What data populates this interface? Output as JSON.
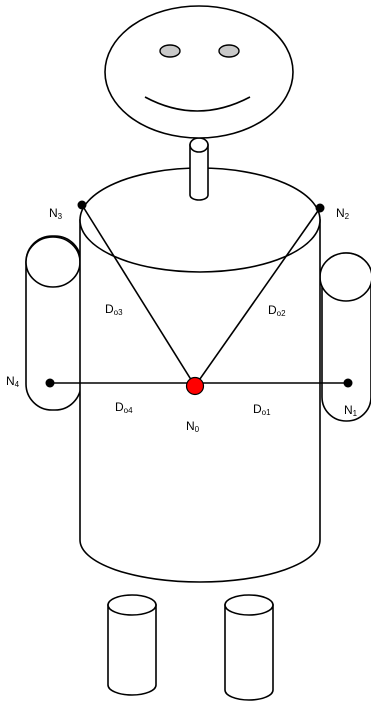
{
  "diagram": {
    "nodes": {
      "n0": {
        "letter": "N",
        "index": "0",
        "color": "#ff0000"
      },
      "n1": {
        "letter": "N",
        "index": "1",
        "color": "#000000"
      },
      "n2": {
        "letter": "N",
        "index": "2",
        "color": "#000000"
      },
      "n3": {
        "letter": "N",
        "index": "3",
        "color": "#000000"
      },
      "n4": {
        "letter": "N",
        "index": "4",
        "color": "#000000"
      }
    },
    "distances": {
      "d01": {
        "letter": "D",
        "index": "o1"
      },
      "d02": {
        "letter": "D",
        "index": "o2"
      },
      "d03": {
        "letter": "D",
        "index": "o3"
      },
      "d04": {
        "letter": "D",
        "index": "o4"
      }
    }
  }
}
